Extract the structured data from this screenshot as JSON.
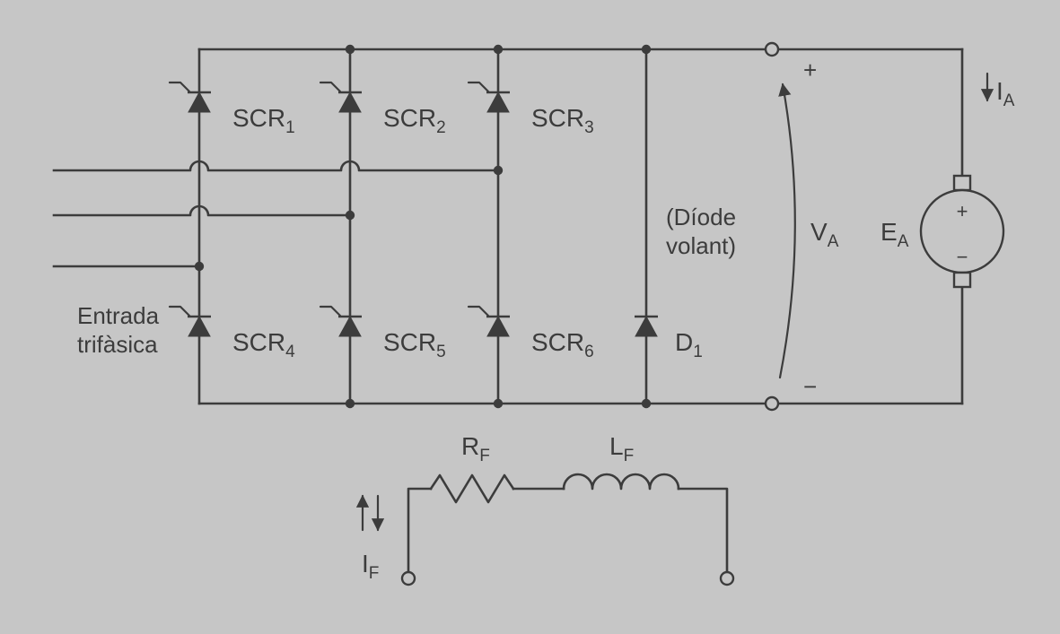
{
  "colors": {
    "background": "#c6c6c6",
    "line": "#3c3c3c"
  },
  "devices": {
    "scr1": {
      "name": "SCR",
      "sub": "1"
    },
    "scr2": {
      "name": "SCR",
      "sub": "2"
    },
    "scr3": {
      "name": "SCR",
      "sub": "3"
    },
    "scr4": {
      "name": "SCR",
      "sub": "4"
    },
    "scr5": {
      "name": "SCR",
      "sub": "5"
    },
    "scr6": {
      "name": "SCR",
      "sub": "6"
    },
    "d1": {
      "name": "D",
      "sub": "1"
    }
  },
  "quantities": {
    "va": {
      "name": "V",
      "sub": "A"
    },
    "ea": {
      "name": "E",
      "sub": "A"
    },
    "ia": {
      "name": "I",
      "sub": "A"
    },
    "if": {
      "name": "I",
      "sub": "F"
    },
    "rf": {
      "name": "R",
      "sub": "F"
    },
    "lf": {
      "name": "L",
      "sub": "F"
    }
  },
  "annotations": {
    "input_label_line1": "Entrada",
    "input_label_line2": "trifàsica",
    "freewheel_label_line1": "(Díode",
    "freewheel_label_line2": "volant)",
    "output_plus": "+",
    "output_minus": "−",
    "motor_plus": "+",
    "motor_minus": "−"
  }
}
